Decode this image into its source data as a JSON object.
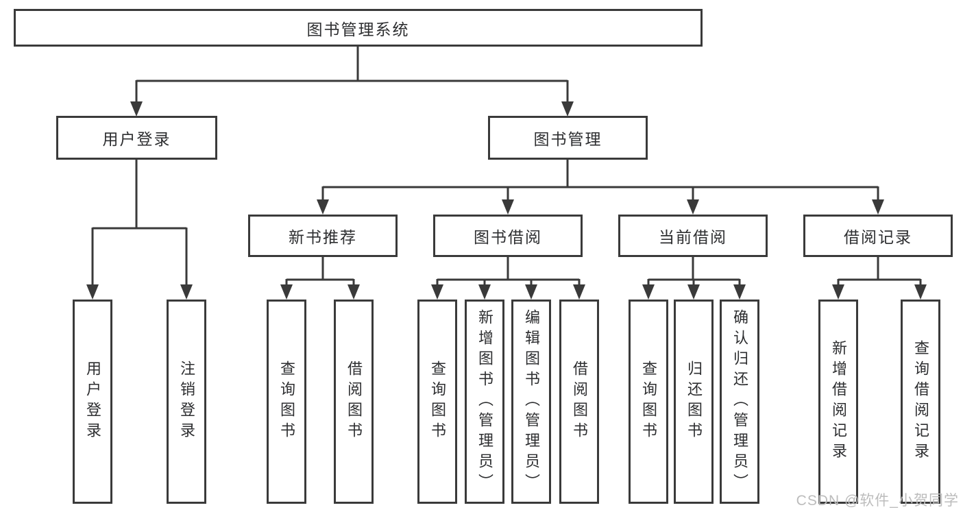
{
  "tree": {
    "label": "图书管理系统",
    "children": [
      {
        "label": "用户登录",
        "children": [
          {
            "label": "用户登录"
          },
          {
            "label": "注销登录"
          }
        ]
      },
      {
        "label": "图书管理",
        "children": [
          {
            "label": "新书推荐",
            "children": [
              {
                "label": "查询图书"
              },
              {
                "label": "借阅图书"
              }
            ]
          },
          {
            "label": "图书借阅",
            "children": [
              {
                "label": "查询图书"
              },
              {
                "label": "新增图书（管理员）"
              },
              {
                "label": "编辑图书（管理员）"
              },
              {
                "label": "借阅图书"
              }
            ]
          },
          {
            "label": "当前借阅",
            "children": [
              {
                "label": "查询图书"
              },
              {
                "label": "归还图书"
              },
              {
                "label": "确认归还（管理员）"
              }
            ]
          },
          {
            "label": "借阅记录",
            "children": [
              {
                "label": "新增借阅记录"
              },
              {
                "label": "查询借阅记录"
              }
            ]
          }
        ]
      }
    ]
  },
  "watermark": {
    "text": "CSDN @软件_小贺同学"
  },
  "colors": {
    "line": "#3a3a3a",
    "box_border": "#3a3a3a",
    "box_fill": "#ffffff",
    "text": "#2d2e30",
    "watermark": "#bcbcbc",
    "background": "#ffffff"
  }
}
